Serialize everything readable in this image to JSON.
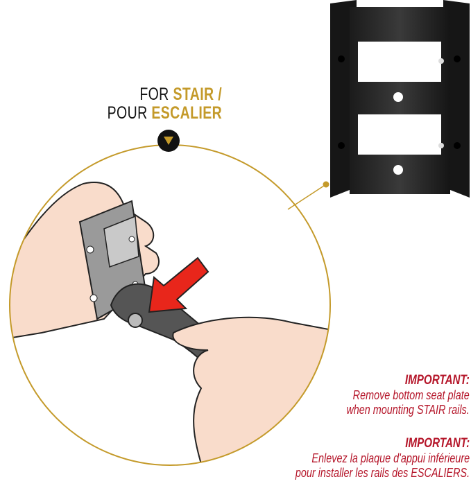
{
  "heading": {
    "line1_prefix": "FOR",
    "line1_highlight": "STAIR /",
    "line2_prefix": "POUR",
    "line2_highlight": "ESCALIER"
  },
  "notes": [
    {
      "label": "IMPORTANT:",
      "line1": "Remove bottom seat plate",
      "line2": "when mounting STAIR rails."
    },
    {
      "label": "IMPORTANT:",
      "line1": "Enlevez la plaque d'appui inférieure",
      "line2": "pour installer les rails des ESCALIERS."
    }
  ],
  "colors": {
    "gold": "#c49a2a",
    "red": "#b5162a",
    "arrow": "#e8261b",
    "skin": "#f9dccb"
  }
}
